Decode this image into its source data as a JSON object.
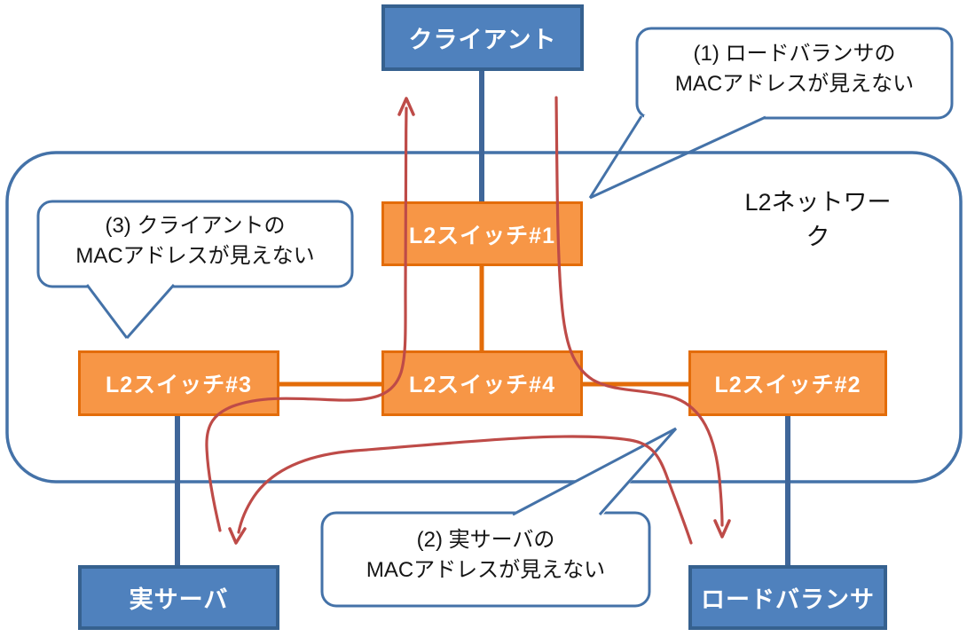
{
  "diagram": {
    "network_label": "L2ネットワーク",
    "nodes": {
      "client": "クライアント",
      "switch1": "L2スイッチ#1",
      "switch2": "L2スイッチ#2",
      "switch3": "L2スイッチ#3",
      "switch4": "L2スイッチ#4",
      "server": "実サーバ",
      "loadbalancer": "ロードバランサ"
    },
    "callouts": {
      "c1": {
        "line1": "(1) ロードバランサの",
        "line2": "MACアドレスが見えない"
      },
      "c2": {
        "line1": "(2) 実サーバの",
        "line2": "MACアドレスが見えない"
      },
      "c3": {
        "line1": "(3) クライアントの",
        "line2": "MACアドレスが見えない"
      }
    },
    "colors": {
      "node_blue_fill": "#4F81BD",
      "node_blue_border": "#36618F",
      "node_orange_fill": "#F79646",
      "node_orange_border": "#E36C09",
      "boundary_blue": "#4472A8",
      "connector_blue": "#3F6699",
      "connector_orange": "#E36C09",
      "flow_red": "#BE4B48",
      "node_text": "#FFFFFF",
      "label_text": "#151515"
    }
  }
}
